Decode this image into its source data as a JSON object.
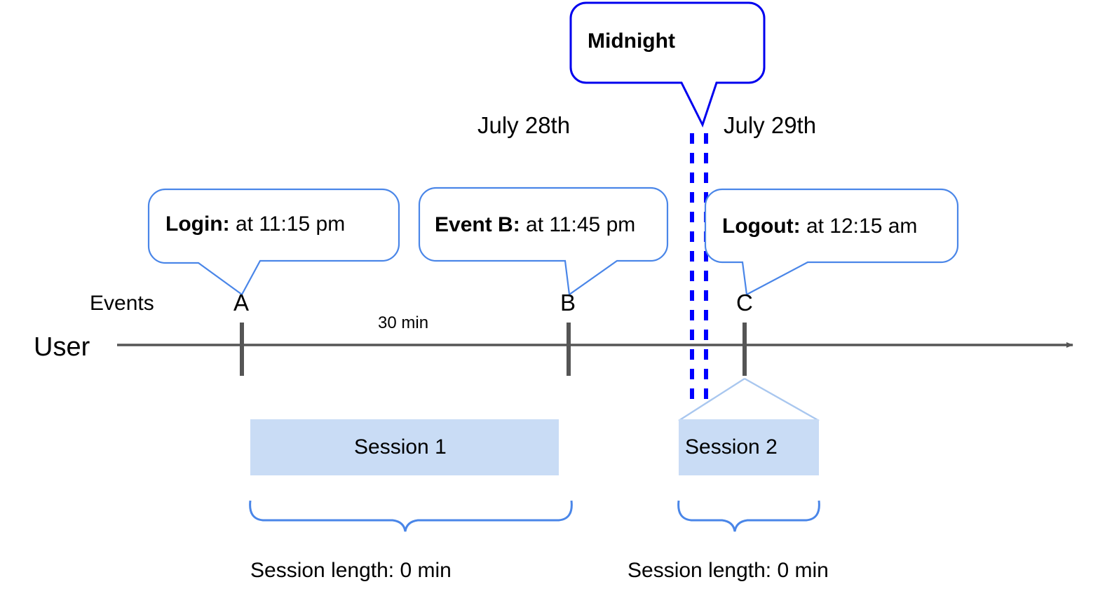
{
  "diagram": {
    "title_callout": {
      "label": "Midnight",
      "border_color": "#0000EE"
    },
    "dates": {
      "left": "July 28th",
      "right": "July 29th"
    },
    "axis": {
      "row_label": "User",
      "events_label": "Events",
      "line_color": "#555555",
      "arrow": "arrow-right"
    },
    "events": [
      {
        "letter": "A",
        "callout_label": "Login:",
        "callout_value": "at 11:15 pm"
      },
      {
        "letter": "B",
        "callout_label": "Event B:",
        "callout_value": "at 11:45 pm"
      },
      {
        "letter": "C",
        "callout_label": "Logout:",
        "callout_value": "at 12:15 am"
      }
    ],
    "interval_label": "30 min",
    "sessions": [
      {
        "name": "Session 1",
        "length_label": "Session length: 0 min"
      },
      {
        "name": "Session 2",
        "length_label": "Session length: 0 min"
      }
    ],
    "colors": {
      "callout_border": "#4A86E8",
      "midnight_line": "#0000FF",
      "session_fill": "#C9DCF5",
      "brace": "#4A86E8",
      "axis": "#555555"
    }
  }
}
